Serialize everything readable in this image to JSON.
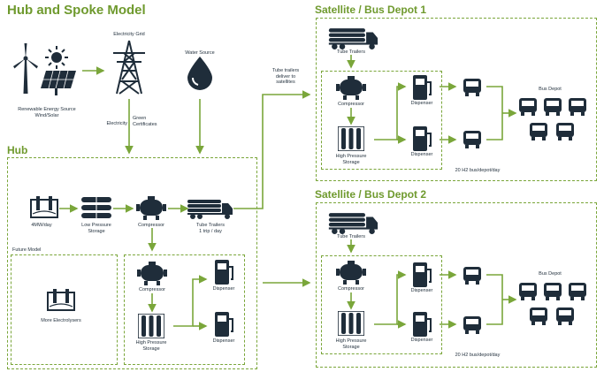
{
  "title": "Hub and Spoke Model",
  "labels": {
    "renewable": "Renewable Energy Source\nWind/Solar",
    "grid": "Electricity Grid",
    "water": "Water Source",
    "electricity": "Electricity",
    "green_cert": "Green\nCertificates",
    "tube_deliver": "Tube trailers\ndeliver to\nsatellites"
  },
  "hub": {
    "title": "Hub",
    "electrolyser": "4MW/day",
    "lps": "Low Pressure\nStorage",
    "compressor": "Compressor",
    "trailers": "Tube Trailers\n1 trip / day",
    "future": "Future Model",
    "more_electrolysers": "More Electrolysers",
    "compressor2": "Compressor",
    "hps": "High Pressure\nStorage",
    "dispenser1": "Dispenser",
    "dispenser2": "Dispenser"
  },
  "satellites": [
    {
      "title": "Satellite / Bus Depot 1",
      "tube_trailers": "Tube Trailers",
      "compressor": "Compressor",
      "hps": "High Pressure\nStorage",
      "dispenser1": "Dispenser",
      "dispenser2": "Dispenser",
      "bus_depot": "Bus Depot",
      "footer": "20 H2 bus/depot/day"
    },
    {
      "title": "Satellite / Bus Depot 2",
      "tube_trailers": "Tube Trailers",
      "compressor": "Compressor",
      "hps": "High Pressure\nStorage",
      "dispenser1": "Dispenser",
      "dispenser2": "Dispenser",
      "bus_depot": "Bus Depot",
      "footer": "20 H2 bus/depot/day"
    }
  ],
  "colors": {
    "green": "#7aa63a",
    "navy": "#1f2d3a",
    "white": "#ffffff"
  },
  "icons": [
    "wind-turbine-icon",
    "sun-icon",
    "solar-panel-icon",
    "pylon-icon",
    "water-drop-icon",
    "electrolyser-icon",
    "storage-tank-icon",
    "compressor-icon",
    "tube-trailer-icon",
    "dispenser-icon",
    "bus-icon"
  ]
}
